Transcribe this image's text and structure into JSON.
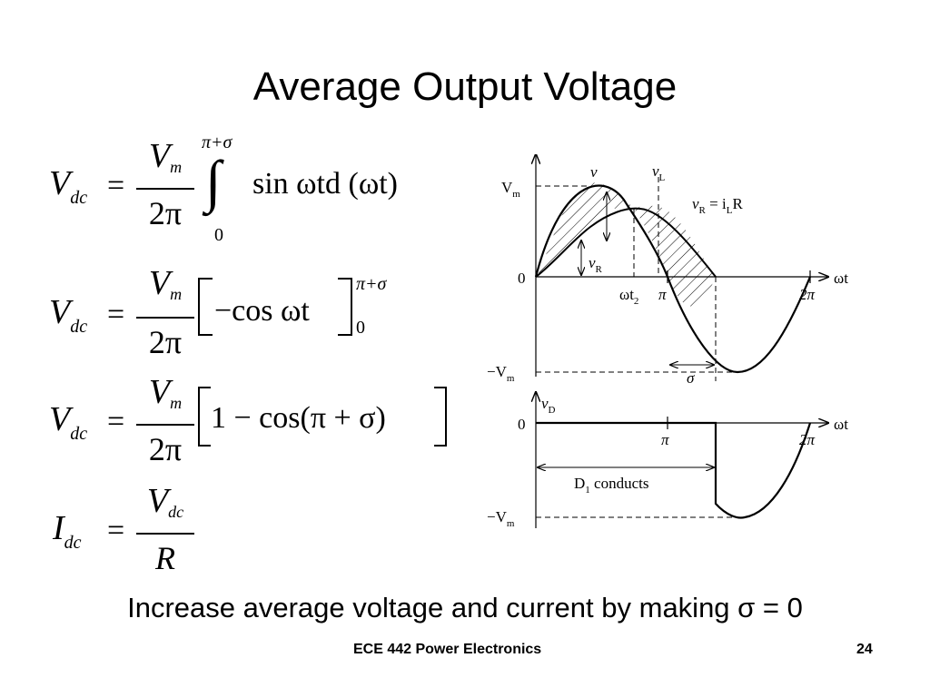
{
  "slide": {
    "title": "Average Output Voltage",
    "bottom_note": "Increase average voltage and current by making σ = 0",
    "footer_course": "ECE 442 Power Electronics",
    "footer_page": "24"
  },
  "equations": {
    "eq1": {
      "lhs": "V",
      "lhs_sub": "dc",
      "equals": "=",
      "num": "V",
      "num_sub": "m",
      "den": "2π",
      "upper_limit": "π+σ",
      "lower_limit": "0",
      "integral": "∫",
      "integrand": "sin ωtd (ωt)"
    },
    "eq2": {
      "lhs": "V",
      "lhs_sub": "dc",
      "equals": "=",
      "num": "V",
      "num_sub": "m",
      "den": "2π",
      "body": "−cos ωt",
      "upper_limit": "π+σ",
      "lower_limit": "0"
    },
    "eq3": {
      "lhs": "V",
      "lhs_sub": "dc",
      "equals": "=",
      "num": "V",
      "num_sub": "m",
      "den": "2π",
      "body": "1 − cos(π + σ)"
    },
    "eq4": {
      "lhs": "I",
      "lhs_sub": "dc",
      "equals": "=",
      "num": "V",
      "num_sub": "dc",
      "den": "R"
    }
  },
  "diagram": {
    "top": {
      "vm": "V",
      "vm_sub": "m",
      "zero": "0",
      "neg_vm": "−V",
      "neg_vm_sub": "m",
      "v": "v",
      "vl": "v",
      "vl_sub": "L",
      "vr_label": "v",
      "vr_sub": "R",
      "vr_rest": " = i",
      "vr_rest_sub": "L",
      "vr_end": "R",
      "vr_arrow": "v",
      "vr_arrow_sub": "R",
      "wt": "ωt",
      "wt2": "ωt",
      "wt2_sub": "2",
      "pi": "π",
      "two_pi": "2π",
      "sigma": "σ"
    },
    "bottom": {
      "vd": "v",
      "vd_sub": "D",
      "zero": "0",
      "wt": "ωt",
      "pi": "π",
      "two_pi": "2π",
      "neg_vm": "−V",
      "neg_vm_sub": "m",
      "conducts": "D",
      "conducts_sub": "1",
      "conducts_rest": " conducts"
    }
  }
}
